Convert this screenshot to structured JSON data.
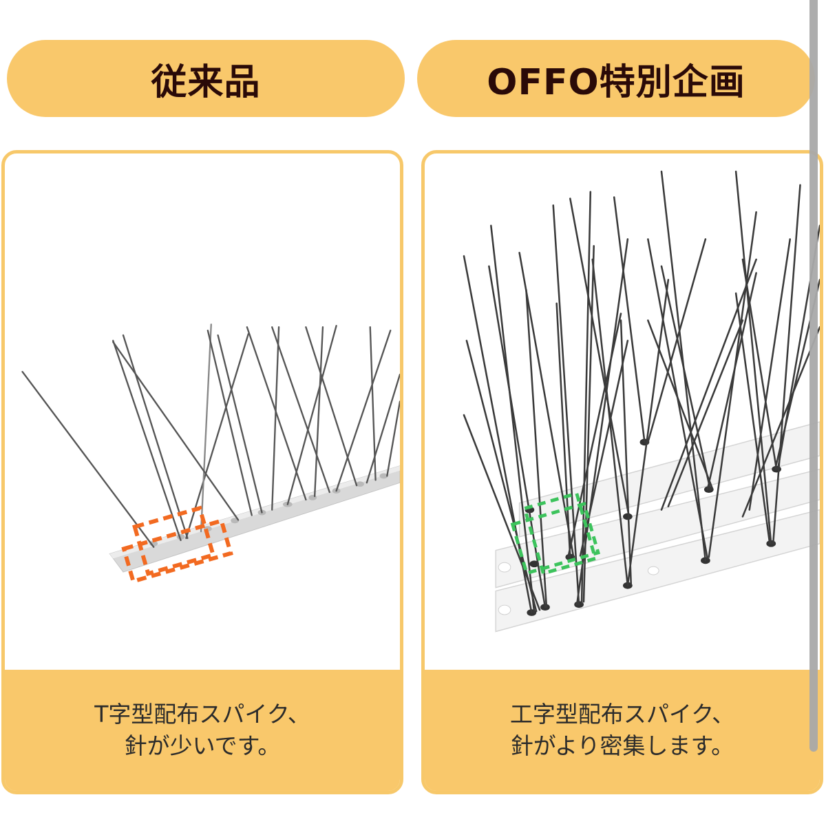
{
  "colors": {
    "accent_yellow": "#f9c86b",
    "border_yellow": "#f7c86a",
    "heading_text": "#2a0a08",
    "caption_text": "#2b2b2b",
    "highlight_orange": "#f26a21",
    "highlight_green": "#3cc35c",
    "scrollbar": "#a9a9a9"
  },
  "left": {
    "heading": "従来品",
    "caption_line1": "T字型配布スパイク、",
    "caption_line2": "針が少いです。",
    "illustration": "bird-spike-strip-t-layout",
    "highlight_icon": "orange-dashed-focus-brackets"
  },
  "right": {
    "heading": "OFFO特別企画",
    "caption_line1": "工字型配布スパイク、",
    "caption_line2": "針がより密集します。",
    "illustration": "bird-spike-strips-i-layout-dense",
    "highlight_icon": "green-dashed-focus-brackets"
  }
}
